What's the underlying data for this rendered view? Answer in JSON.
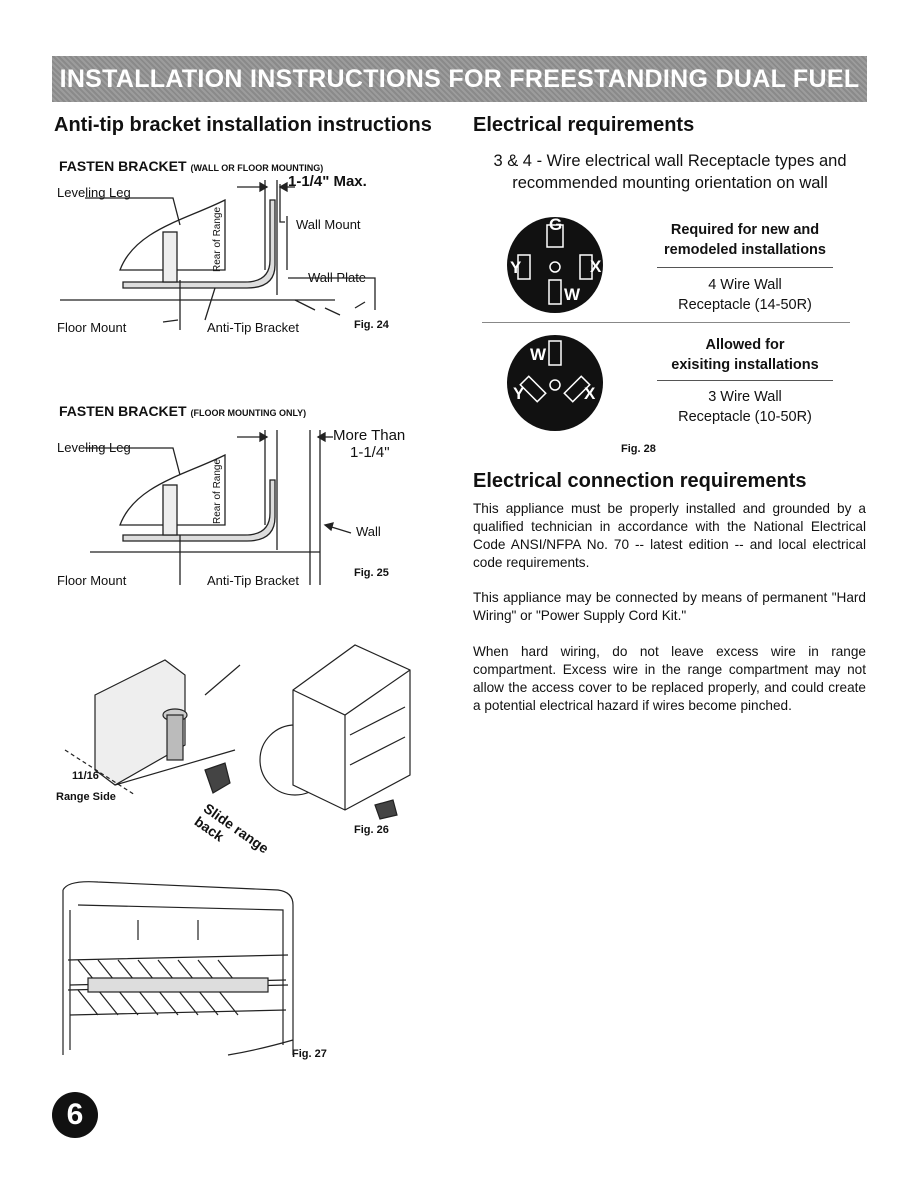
{
  "banner": "INSTALLATION INSTRUCTIONS FOR FREESTANDING DUAL FUEL",
  "left": {
    "heading": "Anti-tip bracket installation instructions",
    "fig24": {
      "title": "FASTEN BRACKET",
      "title_small": "(WALL OR FLOOR MOUNTING)",
      "dim": "1-1/4\" Max.",
      "leveling_leg": "Leveling Leg",
      "rear_of_range": "Rear of Range",
      "wall_mount": "Wall Mount",
      "wall_plate": "Wall Plate",
      "floor_mount": "Floor Mount",
      "anti_tip": "Anti-Tip Bracket",
      "fig": "Fig. 24"
    },
    "fig25": {
      "title": "FASTEN BRACKET",
      "title_small": "(FLOOR MOUNTING ONLY)",
      "dim_line1": "More Than",
      "dim_line2": "1-1/4\"",
      "leveling_leg": "Leveling Leg",
      "rear_of_range": "Rear of Range",
      "wall": "Wall",
      "floor_mount": "Floor Mount",
      "anti_tip": "Anti-Tip Bracket",
      "fig": "Fig. 25"
    },
    "fig26": {
      "dim": "11/16\"",
      "range_side": "Range Side",
      "slide": "Slide range back",
      "fig": "Fig. 26"
    },
    "fig27": {
      "fig": "Fig. 27"
    }
  },
  "right": {
    "heading": "Electrical requirements",
    "intro": "3 & 4 - Wire electrical wall Receptacle types and recommended mounting orientation on wall",
    "four_wire": {
      "req_line1": "Required for new and",
      "req_line2": "remodeled installations",
      "name_line1": "4 Wire Wall",
      "name_line2": "Receptacle (14-50R)",
      "g": "G",
      "y": "Y",
      "x": "X",
      "w": "W"
    },
    "three_wire": {
      "req_line1": "Allowed for",
      "req_line2": "exisiting installations",
      "name_line1": "3 Wire Wall",
      "name_line2": "Receptacle (10-50R)",
      "w": "W",
      "y": "Y",
      "x": "X"
    },
    "fig28": "Fig. 28",
    "conn_heading": "Electrical connection requirements",
    "p1": "This appliance must be properly installed and grounded by a qualified technician in accordance with the National Electrical Code ANSI/NFPA No. 70 -- latest edition -- and local electrical code requirements.",
    "p2": "This appliance may be connected by means of permanent \"Hard Wiring\" or \"Power Supply Cord Kit.\"",
    "p3": "When hard wiring, do not leave excess wire in range compartment. Excess wire in the range compartment may not allow the access cover to be replaced properly, and could create a potential electrical hazard if wires become pinched."
  },
  "page_number": "6"
}
